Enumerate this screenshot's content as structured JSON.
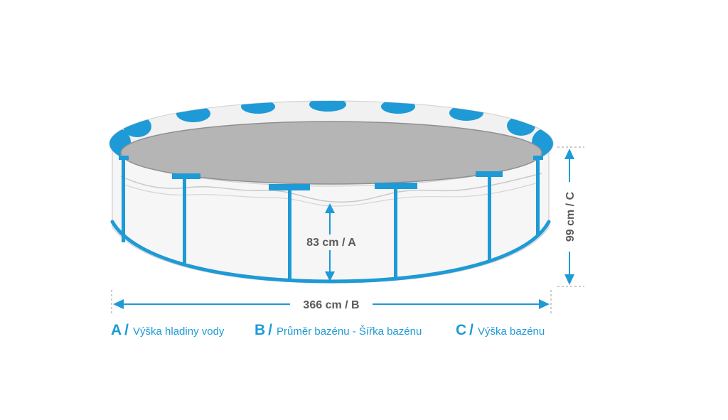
{
  "dimensions": {
    "water_level": {
      "label": "83 cm / A"
    },
    "diameter": {
      "label": "366 cm / B"
    },
    "pool_height": {
      "label": "99 cm / C"
    }
  },
  "legend": [
    {
      "letter": "A",
      "slash": "/",
      "text": "Výška hladiny vody"
    },
    {
      "letter": "B",
      "slash": "/",
      "text": "Průměr bazénu - Šířka bazénu"
    },
    {
      "letter": "C",
      "slash": "/",
      "text": "Výška bazénu"
    }
  ],
  "colors": {
    "accent": "#1e9ad6",
    "label_gray": "#5a5a5a",
    "cover": "#f1f1f1",
    "floor": "#b5b5b5"
  }
}
